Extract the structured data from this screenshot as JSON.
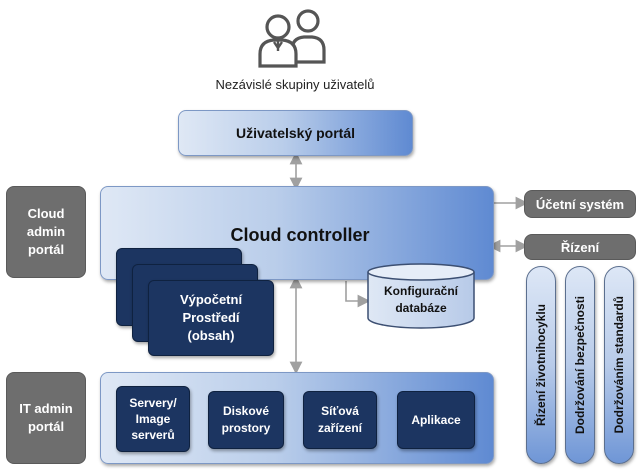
{
  "users": {
    "label": "Nezávislé skupiny uživatelů",
    "icon": "user-group-icon"
  },
  "portal": {
    "label": "Uživatelský portál"
  },
  "cloud_admin": {
    "label": "Cloud admin portál"
  },
  "it_admin": {
    "label": "IT admin portál"
  },
  "controller": {
    "label": "Cloud controller"
  },
  "compute": {
    "label_line1": "Výpočetní",
    "label_line2": "Prostředí",
    "label_line3": "(obsah)"
  },
  "config_db": {
    "label_line1": "Konfigurační",
    "label_line2": "databáze"
  },
  "accounting": {
    "label": "Účetní systém"
  },
  "management": {
    "label": "Řízení"
  },
  "management_columns": [
    {
      "label": "Řízení životnihocyklu"
    },
    {
      "label": "Dodržování bezpečnosti"
    },
    {
      "label": "Dodržováním standardů"
    }
  ],
  "infrastructure": [
    {
      "line1": "Servery/",
      "line2": "Image",
      "line3": "serverů"
    },
    {
      "line1": "Diskové",
      "line2": "prostory"
    },
    {
      "line1": "Síťová",
      "line2": "zařízení"
    },
    {
      "line1": "Aplikace"
    }
  ],
  "colors": {
    "navy": "#1c3561",
    "grey": "#6e6e6e",
    "arrow": "#a0a0a0",
    "blue_gradient_end": "#5f8ad2"
  }
}
